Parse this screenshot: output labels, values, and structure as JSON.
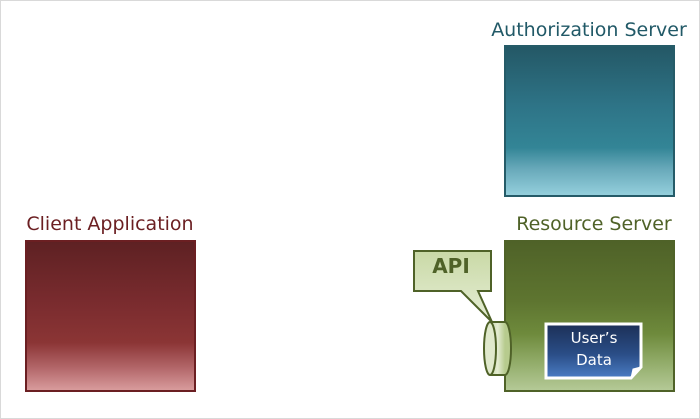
{
  "diagram": {
    "title": "OAuth roles",
    "nodes": {
      "authorization_server": {
        "label": "Authorization Server",
        "color": "#215967"
      },
      "client_application": {
        "label": "Client Application",
        "color": "#6b1f22"
      },
      "resource_server": {
        "label": "Resource Server",
        "color": "#4f6228"
      }
    },
    "api_callout": {
      "label": "API",
      "color": "#4f6228",
      "fill": "#d4e0b8"
    },
    "users_data": {
      "label_line1": "User’s",
      "label_line2": "Data",
      "fill": "#1f3a6b"
    }
  }
}
